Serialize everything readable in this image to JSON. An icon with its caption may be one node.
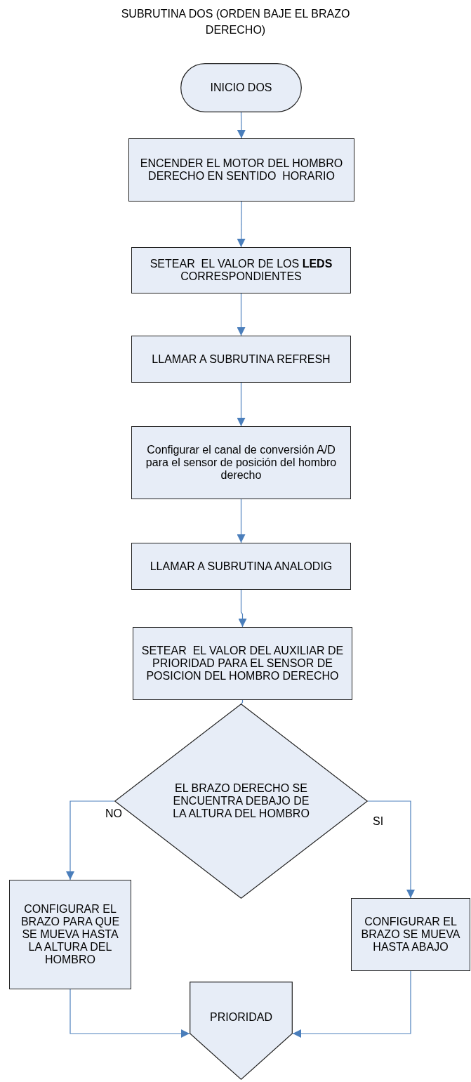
{
  "diagram": {
    "title": "SUBRUTINA DOS (ORDEN BAJE EL BRAZO DERECHO)",
    "nodes": [
      {
        "text": [
          "INICIO DOS"
        ]
      },
      {
        "text": [
          "ENCENDER EL MOTOR DEL HOMBRO DERECHO EN SENTIDO  HORARIO"
        ]
      },
      {
        "text": [
          "SETEAR  EL VALOR DE LOS **LEDS** CORRESPONDIENTES"
        ]
      },
      {
        "text": [
          "LLAMAR A SUBRUTINA REFRESH"
        ]
      },
      {
        "text": [
          "Configurar el canal de conversión A/D para el sensor de posición del hombro derecho"
        ]
      },
      {
        "text": [
          "LLAMAR A SUBRUTINA ANALODIG"
        ]
      },
      {
        "text": [
          "SETEAR  EL VALOR DEL AUXILIAR DE PRIORIDAD PARA EL SENSOR DE POSICION DEL HOMBRO DERECHO"
        ]
      },
      {
        "text": [
          "EL BRAZO DERECHO SE ENCUENTRA DEBAJO DE LA ALTURA DEL HOMBRO"
        ]
      },
      {
        "text": [
          "CONFIGURAR EL BRAZO PARA QUE SE MUEVA HASTA LA ALTURA DEL HOMBRO"
        ]
      },
      {
        "text": [
          "CONFIGURAR EL BRAZO SE MUEVA HASTA ABAJO"
        ]
      },
      {
        "text": [
          "PRIORIDAD"
        ]
      }
    ],
    "edges": [
      {
        "from": 0,
        "to": 1,
        "arrow": "to"
      },
      {
        "from": 1,
        "to": 2,
        "arrow": "to"
      },
      {
        "from": 2,
        "to": 3,
        "arrow": "to"
      },
      {
        "from": 3,
        "to": 4,
        "arrow": "to"
      },
      {
        "from": 4,
        "to": 5,
        "arrow": "to"
      },
      {
        "from": 5,
        "to": 6,
        "arrow": "to"
      },
      {
        "from": 6,
        "to": 7,
        "arrow": "to"
      },
      {
        "from": 7,
        "to": 8,
        "arrow": "to",
        "label": "NO"
      },
      {
        "from": 7,
        "to": 9,
        "arrow": "to",
        "label": "SI"
      },
      {
        "from": 8,
        "to": 10,
        "arrow": "to"
      },
      {
        "from": 9,
        "to": 10,
        "arrow": "to"
      }
    ]
  }
}
